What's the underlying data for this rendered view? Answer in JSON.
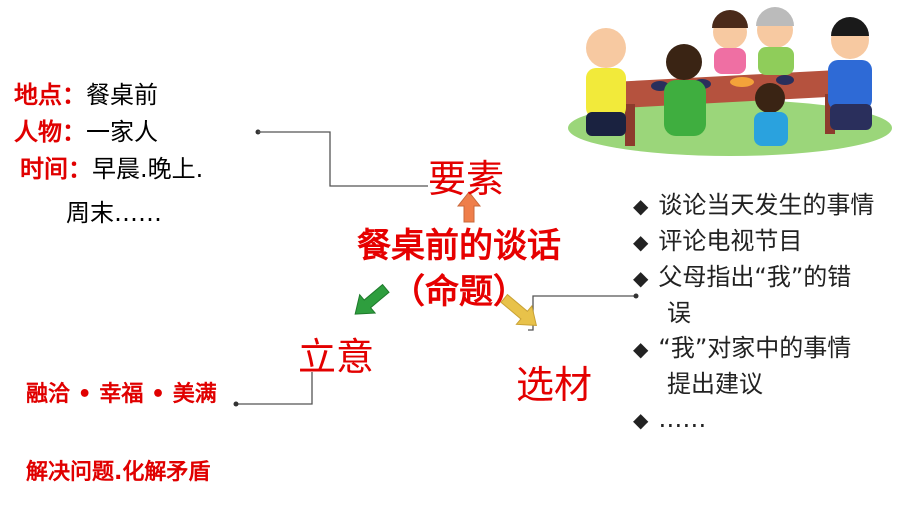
{
  "info": {
    "place_key": "地点：",
    "place_val": "餐桌前",
    "people_key": "人物：",
    "people_val": "一家人",
    "time_key": "时间：",
    "time_val": "早晨.晚上.",
    "time_val2": "周末……"
  },
  "center": {
    "title": "餐桌前的谈话",
    "subtitle": "（命题）"
  },
  "nodes": {
    "elements": "要素",
    "theme": "立意",
    "material": "选材"
  },
  "theme_notes": {
    "line1": "融洽 • 幸福 • 美满",
    "line2": "解决问题.化解矛盾"
  },
  "material_list": [
    "谈论当天发生的事情",
    "评论电视节目",
    "父母指出“我”的错",
    "“我”对家中的事情",
    "……"
  ],
  "material_cont": [
    "误",
    "提出建议"
  ],
  "colors": {
    "accent_red": "#e00000",
    "arrow_orange": "#ef7e4a",
    "arrow_green": "#2e9e3e",
    "arrow_yellow": "#e8c24a",
    "connector": "#555555"
  }
}
